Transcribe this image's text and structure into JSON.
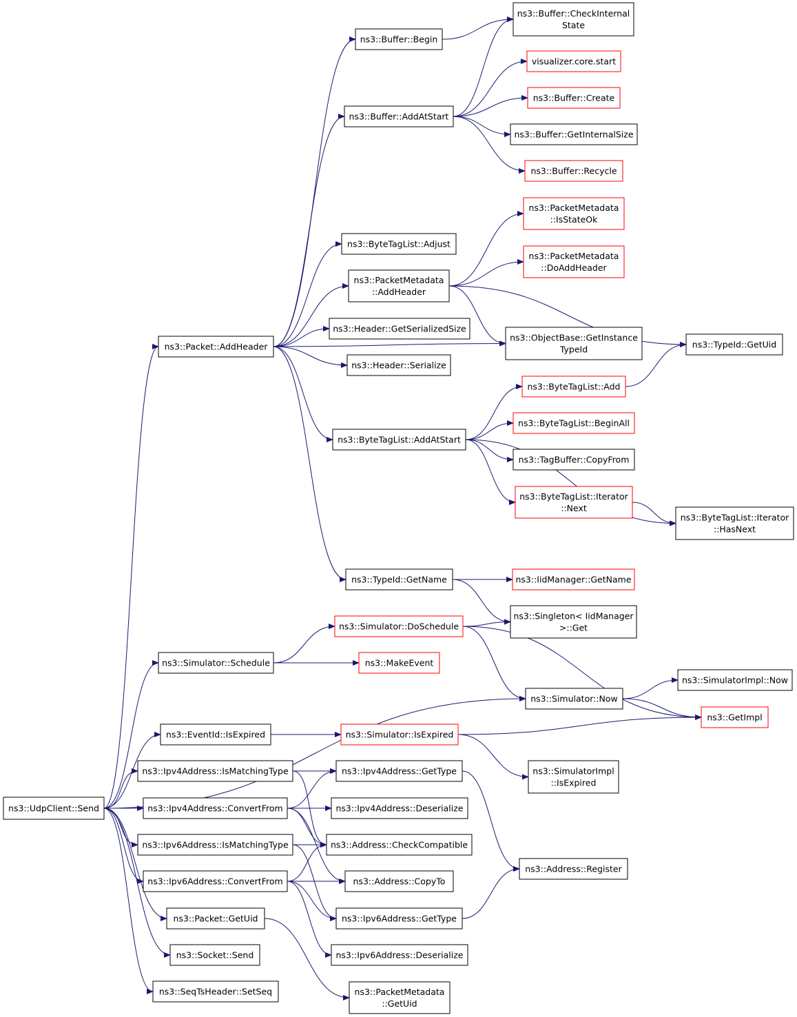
{
  "colors": {
    "edge": "#191970",
    "node_border": "#000000",
    "node_border_truncated": "#ff0000",
    "root_fill": "#bfbfbf"
  },
  "nodes": {
    "udpclient_send": {
      "lines": [
        "ns3::UdpClient::Send"
      ],
      "style": "root"
    },
    "packet_addheader": {
      "lines": [
        "ns3::Packet::AddHeader"
      ],
      "style": "normal"
    },
    "buffer_begin": {
      "lines": [
        "ns3::Buffer::Begin"
      ],
      "style": "normal"
    },
    "buffer_checkinternalstate": {
      "lines": [
        "ns3::Buffer::CheckInternal",
        "State"
      ],
      "style": "normal"
    },
    "buffer_addatstart": {
      "lines": [
        "ns3::Buffer::AddAtStart"
      ],
      "style": "normal"
    },
    "visualizer_core_start": {
      "lines": [
        "visualizer.core.start"
      ],
      "style": "truncated"
    },
    "buffer_create": {
      "lines": [
        "ns3::Buffer::Create"
      ],
      "style": "truncated"
    },
    "buffer_getinternalsize": {
      "lines": [
        "ns3::Buffer::GetInternalSize"
      ],
      "style": "normal"
    },
    "buffer_recycle": {
      "lines": [
        "ns3::Buffer::Recycle"
      ],
      "style": "truncated"
    },
    "packetmetadata_isstateok": {
      "lines": [
        "ns3::PacketMetadata",
        "::IsStateOk"
      ],
      "style": "truncated"
    },
    "bytetaglist_adjust": {
      "lines": [
        "ns3::ByteTagList::Adjust"
      ],
      "style": "normal"
    },
    "packetmetadata_doaddheader": {
      "lines": [
        "ns3::PacketMetadata",
        "::DoAddHeader"
      ],
      "style": "truncated"
    },
    "packetmetadata_addheader": {
      "lines": [
        "ns3::PacketMetadata",
        "::AddHeader"
      ],
      "style": "normal"
    },
    "header_getserializedsize": {
      "lines": [
        "ns3::Header::GetSerializedSize"
      ],
      "style": "normal"
    },
    "objectbase_getinstancetypeid": {
      "lines": [
        "ns3::ObjectBase::GetInstance",
        "TypeId"
      ],
      "style": "normal"
    },
    "typeid_getuid": {
      "lines": [
        "ns3::TypeId::GetUid"
      ],
      "style": "normal"
    },
    "header_serialize": {
      "lines": [
        "ns3::Header::Serialize"
      ],
      "style": "normal"
    },
    "bytetaglist_add": {
      "lines": [
        "ns3::ByteTagList::Add"
      ],
      "style": "truncated"
    },
    "bytetaglist_beginall": {
      "lines": [
        "ns3::ByteTagList::BeginAll"
      ],
      "style": "truncated"
    },
    "bytetaglist_addatstart": {
      "lines": [
        "ns3::ByteTagList::AddAtStart"
      ],
      "style": "normal"
    },
    "tagbuffer_copyfrom": {
      "lines": [
        "ns3::TagBuffer::CopyFrom"
      ],
      "style": "normal"
    },
    "bytetaglist_iterator_next": {
      "lines": [
        "ns3::ByteTagList::Iterator",
        "::Next"
      ],
      "style": "truncated"
    },
    "bytetaglist_iterator_hasnext": {
      "lines": [
        "ns3::ByteTagList::Iterator",
        "::HasNext"
      ],
      "style": "normal"
    },
    "typeid_getname": {
      "lines": [
        "ns3::TypeId::GetName"
      ],
      "style": "normal"
    },
    "iidmanager_getname": {
      "lines": [
        "ns3::IidManager::GetName"
      ],
      "style": "truncated"
    },
    "singleton_get": {
      "lines": [
        "ns3::Singleton< IidManager",
        ">::Get"
      ],
      "style": "normal"
    },
    "simulator_doschedule": {
      "lines": [
        "ns3::Simulator::DoSchedule"
      ],
      "style": "truncated"
    },
    "simulator_schedule": {
      "lines": [
        "ns3::Simulator::Schedule"
      ],
      "style": "normal"
    },
    "makeevent": {
      "lines": [
        "ns3::MakeEvent"
      ],
      "style": "truncated"
    },
    "simulatorimpl_now": {
      "lines": [
        "ns3::SimulatorImpl::Now"
      ],
      "style": "normal"
    },
    "simulator_now": {
      "lines": [
        "ns3::Simulator::Now"
      ],
      "style": "normal"
    },
    "getimpl": {
      "lines": [
        "ns3::GetImpl"
      ],
      "style": "truncated"
    },
    "eventid_isexpired": {
      "lines": [
        "ns3::EventId::IsExpired"
      ],
      "style": "normal"
    },
    "simulator_isexpired": {
      "lines": [
        "ns3::Simulator::IsExpired"
      ],
      "style": "truncated"
    },
    "simulatorimpl_isexpired": {
      "lines": [
        "ns3::SimulatorImpl",
        "::IsExpired"
      ],
      "style": "normal"
    },
    "ipv4address_ismatchingtype": {
      "lines": [
        "ns3::Ipv4Address::IsMatchingType"
      ],
      "style": "normal"
    },
    "ipv4address_gettype": {
      "lines": [
        "ns3::Ipv4Address::GetType"
      ],
      "style": "normal"
    },
    "ipv4address_convertfrom": {
      "lines": [
        "ns3::Ipv4Address::ConvertFrom"
      ],
      "style": "normal"
    },
    "ipv4address_deserialize": {
      "lines": [
        "ns3::Ipv4Address::Deserialize"
      ],
      "style": "normal"
    },
    "ipv6address_ismatchingtype": {
      "lines": [
        "ns3::Ipv6Address::IsMatchingType"
      ],
      "style": "normal"
    },
    "address_checkcompatible": {
      "lines": [
        "ns3::Address::CheckCompatible"
      ],
      "style": "normal"
    },
    "address_register": {
      "lines": [
        "ns3::Address::Register"
      ],
      "style": "normal"
    },
    "ipv6address_convertfrom": {
      "lines": [
        "ns3::Ipv6Address::ConvertFrom"
      ],
      "style": "normal"
    },
    "address_copyto": {
      "lines": [
        "ns3::Address::CopyTo"
      ],
      "style": "normal"
    },
    "packet_getuid": {
      "lines": [
        "ns3::Packet::GetUid"
      ],
      "style": "normal"
    },
    "ipv6address_gettype": {
      "lines": [
        "ns3::Ipv6Address::GetType"
      ],
      "style": "normal"
    },
    "socket_send": {
      "lines": [
        "ns3::Socket::Send"
      ],
      "style": "normal"
    },
    "ipv6address_deserialize": {
      "lines": [
        "ns3::Ipv6Address::Deserialize"
      ],
      "style": "normal"
    },
    "seqtsheader_setseq": {
      "lines": [
        "ns3::SeqTsHeader::SetSeq"
      ],
      "style": "normal"
    },
    "packetmetadata_getuid": {
      "lines": [
        "ns3::PacketMetadata",
        "::GetUid"
      ],
      "style": "normal"
    }
  },
  "edges": [
    [
      "udpclient_send",
      "packet_addheader"
    ],
    [
      "udpclient_send",
      "simulator_schedule"
    ],
    [
      "udpclient_send",
      "simulator_now"
    ],
    [
      "udpclient_send",
      "eventid_isexpired"
    ],
    [
      "udpclient_send",
      "ipv4address_ismatchingtype"
    ],
    [
      "udpclient_send",
      "ipv4address_convertfrom"
    ],
    [
      "udpclient_send",
      "ipv6address_ismatchingtype"
    ],
    [
      "udpclient_send",
      "ipv6address_convertfrom"
    ],
    [
      "udpclient_send",
      "packet_getuid"
    ],
    [
      "udpclient_send",
      "socket_send"
    ],
    [
      "udpclient_send",
      "seqtsheader_setseq"
    ],
    [
      "packet_addheader",
      "buffer_begin"
    ],
    [
      "packet_addheader",
      "buffer_addatstart"
    ],
    [
      "packet_addheader",
      "bytetaglist_adjust"
    ],
    [
      "packet_addheader",
      "packetmetadata_addheader"
    ],
    [
      "packet_addheader",
      "header_getserializedsize"
    ],
    [
      "packet_addheader",
      "header_serialize"
    ],
    [
      "packet_addheader",
      "objectbase_getinstancetypeid"
    ],
    [
      "packet_addheader",
      "bytetaglist_addatstart"
    ],
    [
      "packet_addheader",
      "typeid_getname"
    ],
    [
      "buffer_begin",
      "buffer_checkinternalstate"
    ],
    [
      "buffer_addatstart",
      "buffer_checkinternalstate"
    ],
    [
      "buffer_addatstart",
      "visualizer_core_start"
    ],
    [
      "buffer_addatstart",
      "buffer_create"
    ],
    [
      "buffer_addatstart",
      "buffer_getinternalsize"
    ],
    [
      "buffer_addatstart",
      "buffer_recycle"
    ],
    [
      "packetmetadata_addheader",
      "packetmetadata_isstateok"
    ],
    [
      "packetmetadata_addheader",
      "packetmetadata_doaddheader"
    ],
    [
      "packetmetadata_addheader",
      "objectbase_getinstancetypeid"
    ],
    [
      "packetmetadata_addheader",
      "typeid_getuid"
    ],
    [
      "bytetaglist_add",
      "typeid_getuid"
    ],
    [
      "bytetaglist_addatstart",
      "bytetaglist_add"
    ],
    [
      "bytetaglist_addatstart",
      "bytetaglist_beginall"
    ],
    [
      "bytetaglist_addatstart",
      "tagbuffer_copyfrom"
    ],
    [
      "bytetaglist_addatstart",
      "bytetaglist_iterator_next"
    ],
    [
      "bytetaglist_addatstart",
      "bytetaglist_iterator_hasnext"
    ],
    [
      "bytetaglist_iterator_next",
      "bytetaglist_iterator_hasnext"
    ],
    [
      "typeid_getname",
      "iidmanager_getname"
    ],
    [
      "typeid_getname",
      "singleton_get"
    ],
    [
      "simulator_schedule",
      "simulator_doschedule"
    ],
    [
      "simulator_schedule",
      "makeevent"
    ],
    [
      "simulator_doschedule",
      "singleton_get"
    ],
    [
      "simulator_doschedule",
      "simulator_now"
    ],
    [
      "simulator_doschedule",
      "getimpl"
    ],
    [
      "simulator_now",
      "simulatorimpl_now"
    ],
    [
      "simulator_now",
      "getimpl"
    ],
    [
      "eventid_isexpired",
      "simulator_isexpired"
    ],
    [
      "simulator_isexpired",
      "getimpl"
    ],
    [
      "simulator_isexpired",
      "simulatorimpl_isexpired"
    ],
    [
      "ipv4address_ismatchingtype",
      "ipv4address_gettype"
    ],
    [
      "ipv4address_ismatchingtype",
      "address_checkcompatible"
    ],
    [
      "ipv4address_convertfrom",
      "ipv4address_gettype"
    ],
    [
      "ipv4address_convertfrom",
      "ipv4address_deserialize"
    ],
    [
      "ipv4address_convertfrom",
      "address_checkcompatible"
    ],
    [
      "ipv4address_convertfrom",
      "address_copyto"
    ],
    [
      "ipv4address_gettype",
      "address_register"
    ],
    [
      "ipv6address_ismatchingtype",
      "address_checkcompatible"
    ],
    [
      "ipv6address_ismatchingtype",
      "ipv6address_gettype"
    ],
    [
      "ipv6address_convertfrom",
      "address_checkcompatible"
    ],
    [
      "ipv6address_convertfrom",
      "address_copyto"
    ],
    [
      "ipv6address_convertfrom",
      "ipv6address_gettype"
    ],
    [
      "ipv6address_convertfrom",
      "ipv6address_deserialize"
    ],
    [
      "ipv6address_gettype",
      "address_register"
    ],
    [
      "packet_getuid",
      "packetmetadata_getuid"
    ]
  ]
}
